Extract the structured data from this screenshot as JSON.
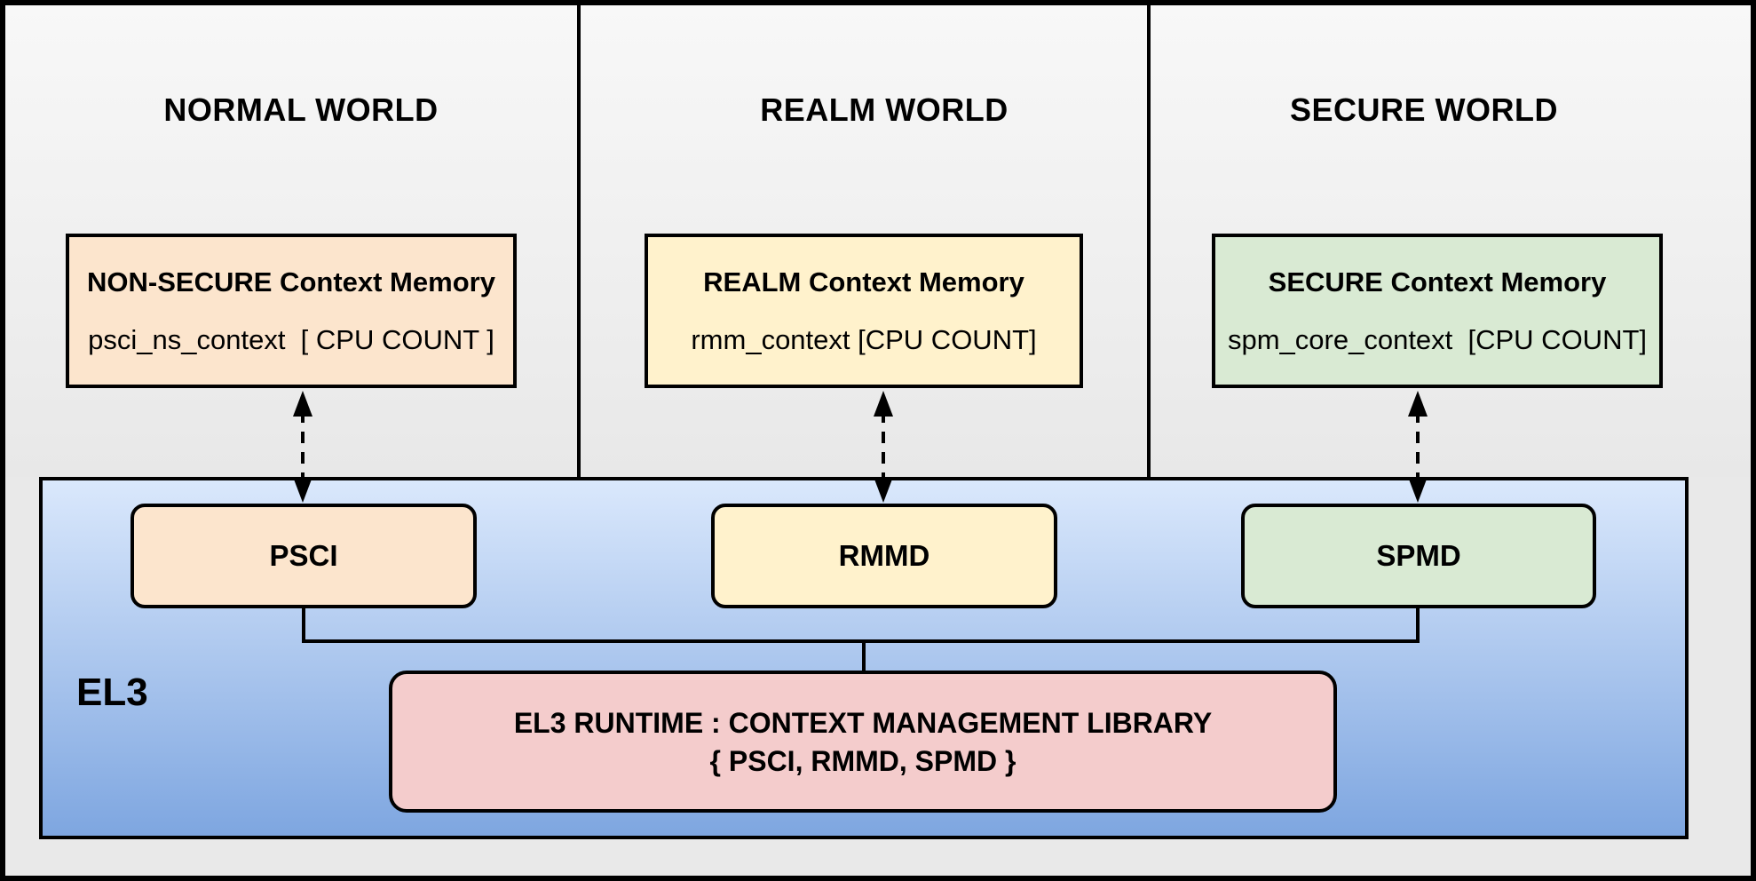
{
  "diagram": {
    "worlds": [
      {
        "title": "NORMAL WORLD",
        "memory_box": {
          "title": "NON-SECURE Context Memory",
          "subtitle": "psci_ns_context  [ CPU COUNT ]",
          "fill": "#fce5cd"
        },
        "dispatcher": {
          "label": "PSCI",
          "fill": "#fce5cd"
        }
      },
      {
        "title": "REALM WORLD",
        "memory_box": {
          "title": "REALM Context Memory",
          "subtitle": "rmm_context [CPU COUNT]",
          "fill": "#fff2cc"
        },
        "dispatcher": {
          "label": "RMMD",
          "fill": "#fff2cc"
        }
      },
      {
        "title": "SECURE WORLD",
        "memory_box": {
          "title": "SECURE Context Memory",
          "subtitle": "spm_core_context  [CPU COUNT]",
          "fill": "#d9ead3"
        },
        "dispatcher": {
          "label": "SPMD",
          "fill": "#d9ead3"
        }
      }
    ],
    "el3": {
      "label": "EL3",
      "fill_top": "#dae8fc",
      "fill_bottom": "#7ea6e0",
      "runtime_box": {
        "line1": "EL3 RUNTIME : CONTEXT MANAGEMENT LIBRARY",
        "line2": "{ PSCI, RMMD, SPMD }",
        "fill": "#f4cccc"
      }
    },
    "colors": {
      "line": "#000000",
      "world_panel_top": "#f8f8f8",
      "world_panel_bottom": "#e8e8e8",
      "page_background": "#e9e9e9"
    }
  }
}
